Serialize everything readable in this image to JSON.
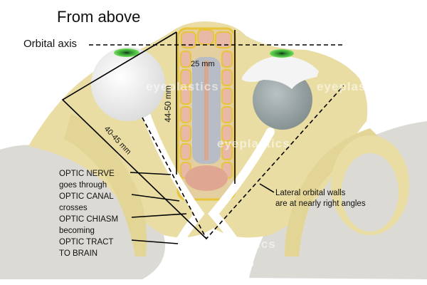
{
  "title": "From above",
  "orbital_axis_label": "Orbital axis",
  "measurements": {
    "width": "25 mm",
    "depth": "44-50 mm",
    "orbit_length": "40-45 mm"
  },
  "optic_labels": [
    {
      "label": "OPTIC NERVE",
      "connector": "goes through"
    },
    {
      "label": "OPTIC CANAL",
      "connector": "crosses"
    },
    {
      "label": "OPTIC CHIASM",
      "connector": "becoming"
    },
    {
      "label": "OPTIC TRACT",
      "connector": "TO BRAIN"
    }
  ],
  "lateral_note": [
    "Lateral orbital walls",
    "are at nearly right angles"
  ],
  "watermark": "eyeplastics",
  "colors": {
    "bone": "#e9dda3",
    "iris": "#3fc23a",
    "sinus_rim": "#e8c43a",
    "brain": "#d9d7d2"
  }
}
